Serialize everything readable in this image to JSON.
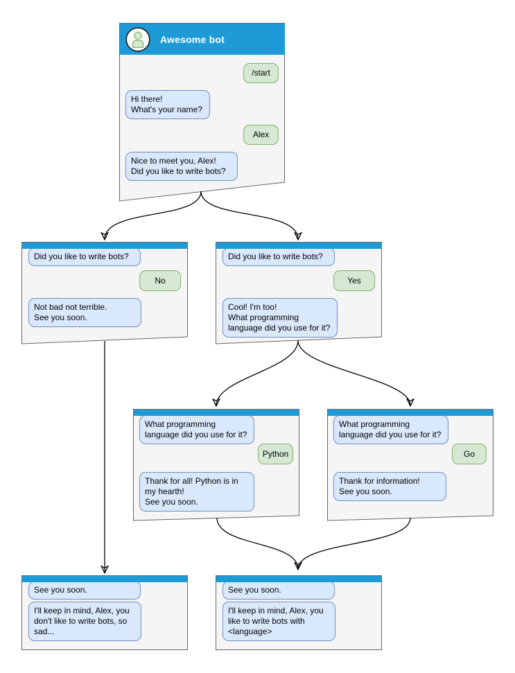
{
  "colors": {
    "header_blue": "#1e9bd7",
    "window_fill": "#f5f5f5",
    "window_border": "#666666",
    "bot_bubble_fill": "#dae8fc",
    "bot_bubble_border": "#6c8ebf",
    "user_bubble_fill": "#d5e8d4",
    "user_bubble_border": "#82b366",
    "connector": "#000000"
  },
  "windows": {
    "root": {
      "title": "Awesome bot",
      "messages": {
        "start_command": "/start",
        "greeting": "Hi there!\nWhat's your name?",
        "user_name": "Alex",
        "follow_up": "Nice to meet you, Alex!\nDid you like to write bots?"
      }
    },
    "branch_no": {
      "question": "Did you like to write bots?",
      "answer": "No",
      "reply": "Not bad not terrible.\nSee you soon."
    },
    "branch_yes": {
      "question": "Did you like to write bots?",
      "answer": "Yes",
      "reply": "Cool! I'm too!\nWhat programming\nlanguage did you use for it?"
    },
    "branch_python": {
      "question": "What programming\nlanguage did you use for it?",
      "answer": "Python",
      "reply": "Thank for all! Python is in\nmy hearth!\nSee you soon."
    },
    "branch_go": {
      "question": "What programming\nlanguage did you use for it?",
      "answer": "Go",
      "reply": "Thank for information!\nSee you soon."
    },
    "end_no": {
      "question": "See you soon.",
      "reply": "I'll keep in mind, Alex, you\ndon't like to write bots, so\nsad..."
    },
    "end_yes": {
      "question": "See you soon.",
      "reply": "I'll keep in mind, Alex, you\nlike to write bots with\n<language>"
    }
  }
}
